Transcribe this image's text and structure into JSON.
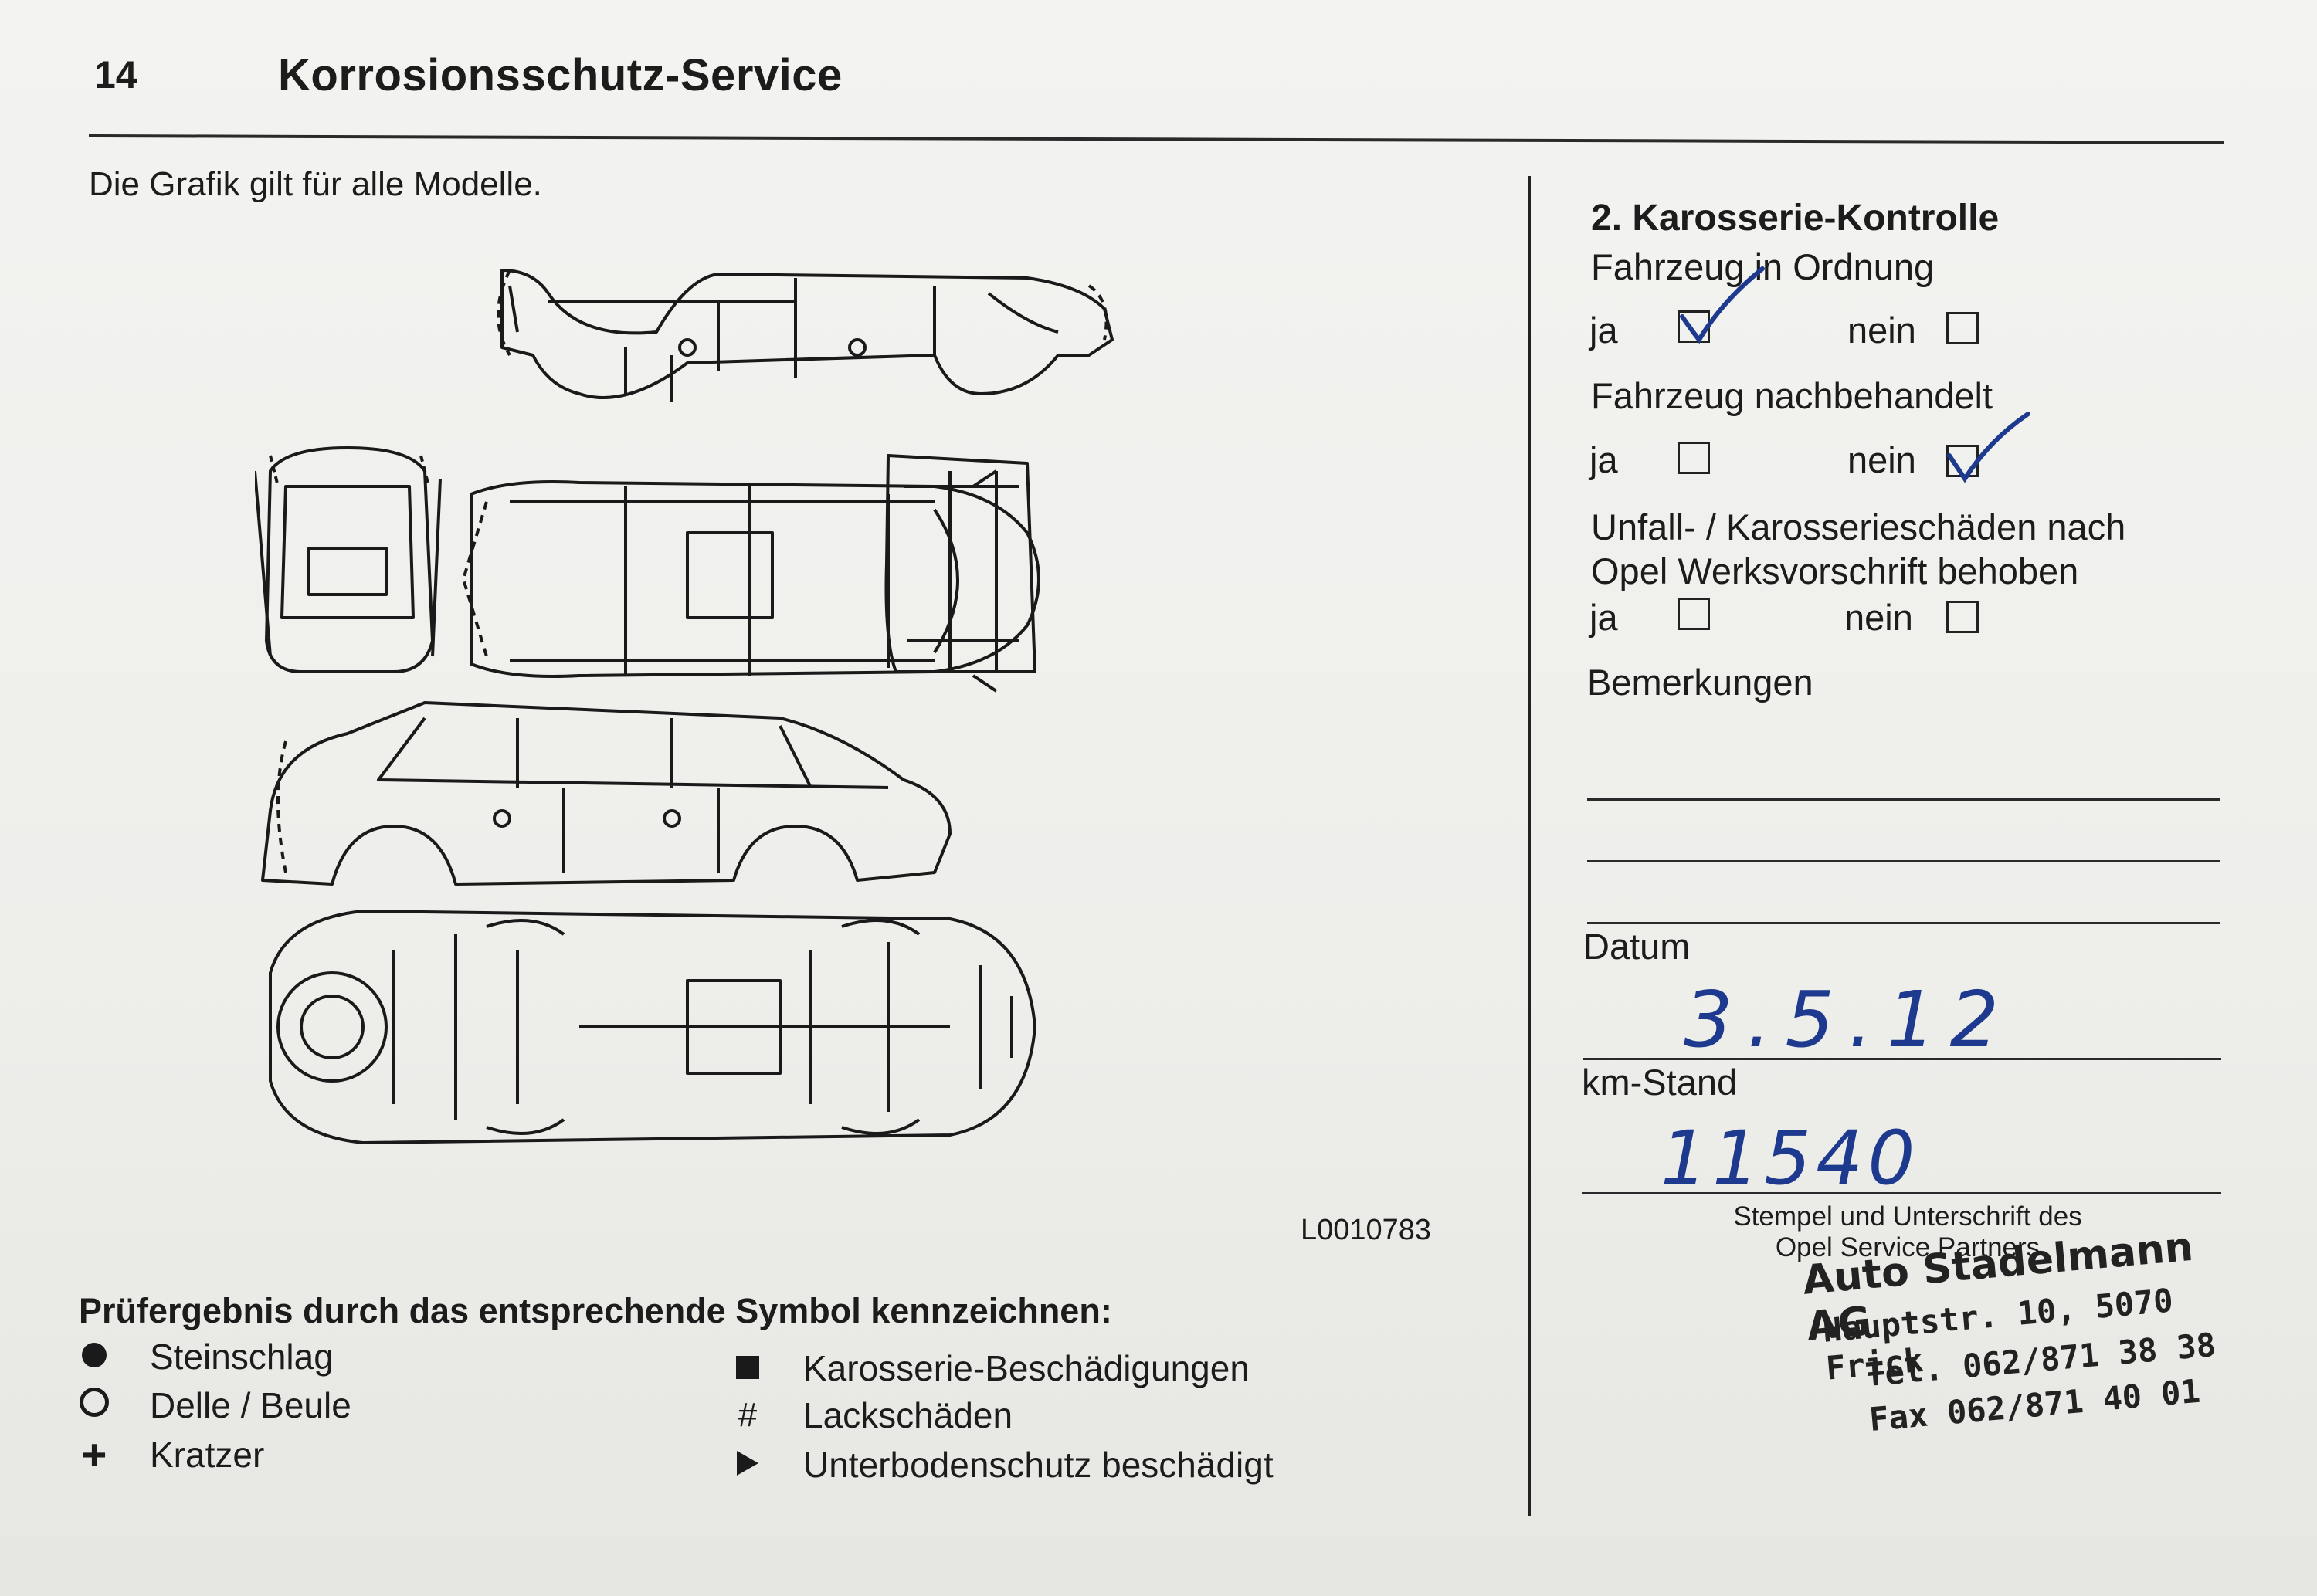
{
  "header": {
    "page_number": "14",
    "title": "Korrosionsschutz-Service"
  },
  "note": "Die Grafik gilt für alle Modelle.",
  "diagram": {
    "code": "L0010783",
    "icon": "car-body-outline-diagrams"
  },
  "legend": {
    "title": "Prüfergebnis durch das entsprechende Symbol kennzeichnen:",
    "left": [
      {
        "symbol": "filled-circle",
        "label": "Steinschlag"
      },
      {
        "symbol": "hollow-circle",
        "label": "Delle / Beule"
      },
      {
        "symbol_char": "+",
        "label": "Kratzer"
      }
    ],
    "right": [
      {
        "symbol": "filled-square",
        "label": "Karosserie-Beschädigungen"
      },
      {
        "symbol_char": "#",
        "label": "Lackschäden"
      },
      {
        "symbol": "triangle",
        "label": "Unterbodenschutz beschädigt"
      }
    ]
  },
  "form": {
    "section_title": "2. Karosserie-Kontrolle",
    "questions": [
      {
        "label": "Fahrzeug in Ordnung",
        "yes_label": "ja",
        "no_label": "nein",
        "checked": "ja"
      },
      {
        "label": "Fahrzeug nachbehandelt",
        "yes_label": "ja",
        "no_label": "nein",
        "checked": "nein"
      },
      {
        "label_line1": "Unfall- / Karosserieschäden nach",
        "label_line2": "Opel Werksvorschrift behoben",
        "yes_label": "ja",
        "no_label": "nein",
        "checked": ""
      }
    ],
    "remarks_label": "Bemerkungen",
    "date_label": "Datum",
    "date_value": "3.5.12",
    "km_label": "km-Stand",
    "km_value": "11540",
    "stamp_caption_line1": "Stempel und Unterschrift des",
    "stamp_caption_line2": "Opel Service Partners"
  },
  "stamp": {
    "line1": "Auto Stadelmann AG",
    "line2": "Hauptstr. 10, 5070 Frick",
    "line3": "Tel. 062/871 38 38",
    "line4": "Fax 062/871 40 01"
  }
}
